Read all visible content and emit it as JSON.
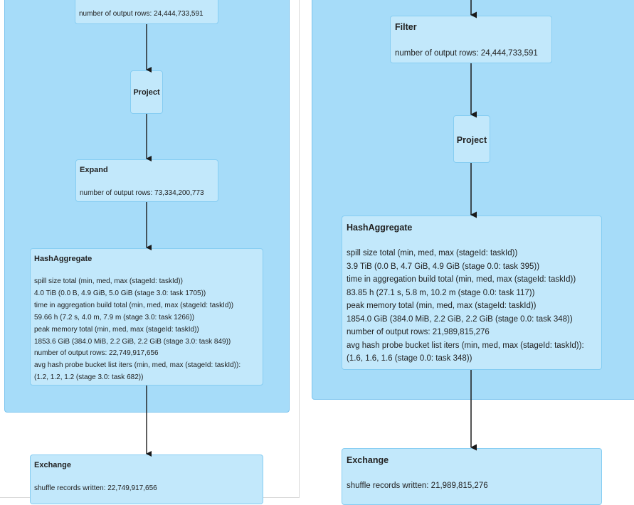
{
  "left_panel": {
    "top_partial_node": {
      "metrics": [
        "number of output rows: 24,444,733,591"
      ]
    },
    "project": {
      "title": "Project"
    },
    "expand": {
      "title": "Expand",
      "metrics": [
        "number of output rows: 73,334,200,773"
      ]
    },
    "hash_aggregate": {
      "title": "HashAggregate",
      "metrics": [
        "spill size total (min, med, max (stageId: taskId))",
        "4.0 TiB (0.0 B, 4.9 GiB, 5.0 GiB (stage 3.0: task 1705))",
        "time in aggregation build total (min, med, max (stageId: taskId))",
        "59.66 h (7.2 s, 4.0 m, 7.9 m (stage 3.0: task 1266))",
        "peak memory total (min, med, max (stageId: taskId))",
        "1853.6 GiB (384.0 MiB, 2.2 GiB, 2.2 GiB (stage 3.0: task 849))",
        "number of output rows: 22,749,917,656",
        "avg hash probe bucket list iters (min, med, max (stageId: taskId)):",
        "(1.2, 1.2, 1.2 (stage 3.0: task 682))"
      ]
    },
    "exchange": {
      "title": "Exchange",
      "metrics": [
        "shuffle records written: 22,749,917,656"
      ]
    }
  },
  "right_panel": {
    "filter": {
      "title": "Filter",
      "metrics": [
        "number of output rows: 24,444,733,591"
      ]
    },
    "project": {
      "title": "Project"
    },
    "hash_aggregate": {
      "title": "HashAggregate",
      "metrics": [
        "spill size total (min, med, max (stageId: taskId))",
        "3.9 TiB (0.0 B, 4.7 GiB, 4.9 GiB (stage 0.0: task 395))",
        "time in aggregation build total (min, med, max (stageId: taskId))",
        "83.85 h (27.1 s, 5.8 m, 10.2 m (stage 0.0: task 117))",
        "peak memory total (min, med, max (stageId: taskId))",
        "1854.0 GiB (384.0 MiB, 2.2 GiB, 2.2 GiB (stage 0.0: task 348))",
        "number of output rows: 21,989,815,276",
        "avg hash probe bucket list iters (min, med, max (stageId: taskId)):",
        "(1.6, 1.6, 1.6 (stage 0.0: task 348))"
      ]
    },
    "exchange": {
      "title": "Exchange",
      "metrics": [
        "shuffle records written: 21,989,815,276"
      ]
    }
  },
  "colors": {
    "stage_fill": "#a6dcf9",
    "stage_border": "#7cc4ee",
    "node_fill": "#c2e8fb",
    "node_border": "#86cdf2",
    "edge": "#1a1a1a"
  }
}
